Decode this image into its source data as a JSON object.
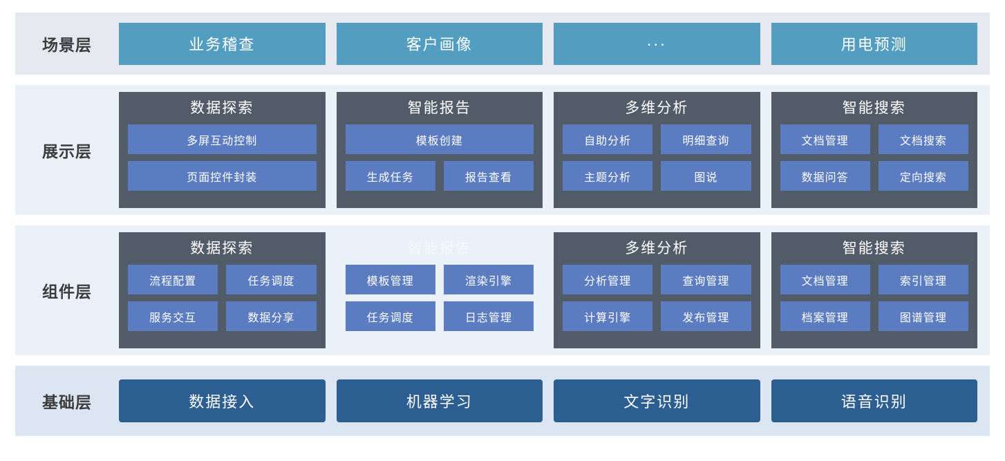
{
  "colors": {
    "scene_chip": "#539ec0",
    "base_chip": "#2d5e92",
    "panel": "#525c69",
    "item": "#5b7cc0",
    "band_scene": "#e6eaf0",
    "band_middle": "#eaf1f8",
    "band_base": "#dce6f2",
    "label_text": "#3c3c3c"
  },
  "layers": [
    {
      "id": "scene",
      "label": "场景层",
      "kind": "chips",
      "chips": [
        {
          "label": "业务稽查",
          "dots": false
        },
        {
          "label": "客户画像",
          "dots": false
        },
        {
          "label": "...",
          "dots": true
        },
        {
          "label": "用电预测",
          "dots": false
        }
      ]
    },
    {
      "id": "presentation",
      "label": "展示层",
      "kind": "panels",
      "panels": [
        {
          "title": "数据探索",
          "ghost": false,
          "rows": [
            [
              "多屏互动控制"
            ],
            [
              "页面控件封装"
            ]
          ]
        },
        {
          "title": "智能报告",
          "ghost": false,
          "rows": [
            [
              "模板创建"
            ],
            [
              "生成任务",
              "报告查看"
            ]
          ]
        },
        {
          "title": "多维分析",
          "ghost": false,
          "rows": [
            [
              "自助分析",
              "明细查询"
            ],
            [
              "主题分析",
              "图说"
            ]
          ]
        },
        {
          "title": "智能搜索",
          "ghost": false,
          "rows": [
            [
              "文档管理",
              "文档搜索"
            ],
            [
              "数据问答",
              "定向搜索"
            ]
          ]
        }
      ]
    },
    {
      "id": "component",
      "label": "组件层",
      "kind": "panels",
      "panels": [
        {
          "title": "数据探索",
          "ghost": false,
          "rows": [
            [
              "流程配置",
              "任务调度"
            ],
            [
              "服务交互",
              "数据分享"
            ]
          ]
        },
        {
          "title": "智能报告",
          "ghost": true,
          "rows": [
            [
              "模板管理",
              "渲染引擎"
            ],
            [
              "任务调度",
              "日志管理"
            ]
          ]
        },
        {
          "title": "多维分析",
          "ghost": false,
          "rows": [
            [
              "分析管理",
              "查询管理"
            ],
            [
              "计算引擎",
              "发布管理"
            ]
          ]
        },
        {
          "title": "智能搜索",
          "ghost": false,
          "rows": [
            [
              "文档管理",
              "索引管理"
            ],
            [
              "档案管理",
              "图谱管理"
            ]
          ]
        }
      ]
    },
    {
      "id": "base",
      "label": "基础层",
      "kind": "base-chips",
      "chips": [
        {
          "label": "数据接入"
        },
        {
          "label": "机器学习"
        },
        {
          "label": "文字识别"
        },
        {
          "label": "语音识别"
        }
      ]
    }
  ]
}
